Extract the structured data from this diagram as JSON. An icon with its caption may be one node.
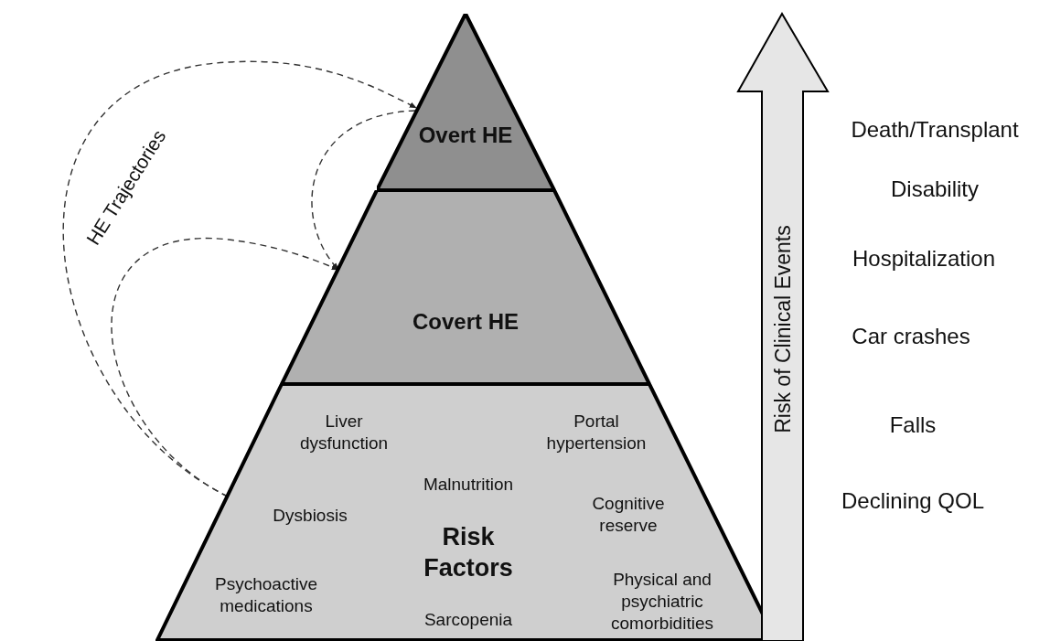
{
  "diagram": {
    "nodes": [
      {
        "text": [
          "Overt HE"
        ]
      },
      {
        "text": [
          "Covert HE"
        ]
      },
      {
        "text": [
          "Liver dysfunction",
          "Portal hypertension",
          "Malnutrition",
          "Dysbiosis",
          "Risk Factors",
          "Cognitive reserve",
          "Psychoactive medications",
          "Sarcopenia",
          "Physical and psychiatric comorbidities"
        ]
      },
      {
        "text": [
          "Risk of Clinical Events"
        ]
      }
    ],
    "edges": [
      {
        "from": 2,
        "to": 0,
        "arrow": "to",
        "style": "dashed"
      },
      {
        "from": 2,
        "to": 1,
        "arrow": "to",
        "style": "dashed"
      },
      {
        "from": 0,
        "to": 1,
        "arrow": "to",
        "style": "dashed"
      }
    ],
    "labels": [
      "HE Trajectories",
      "Death/Transplant",
      "Disability",
      "Hospitalization",
      "Car crashes",
      "Falls",
      "Declining QOL"
    ]
  }
}
